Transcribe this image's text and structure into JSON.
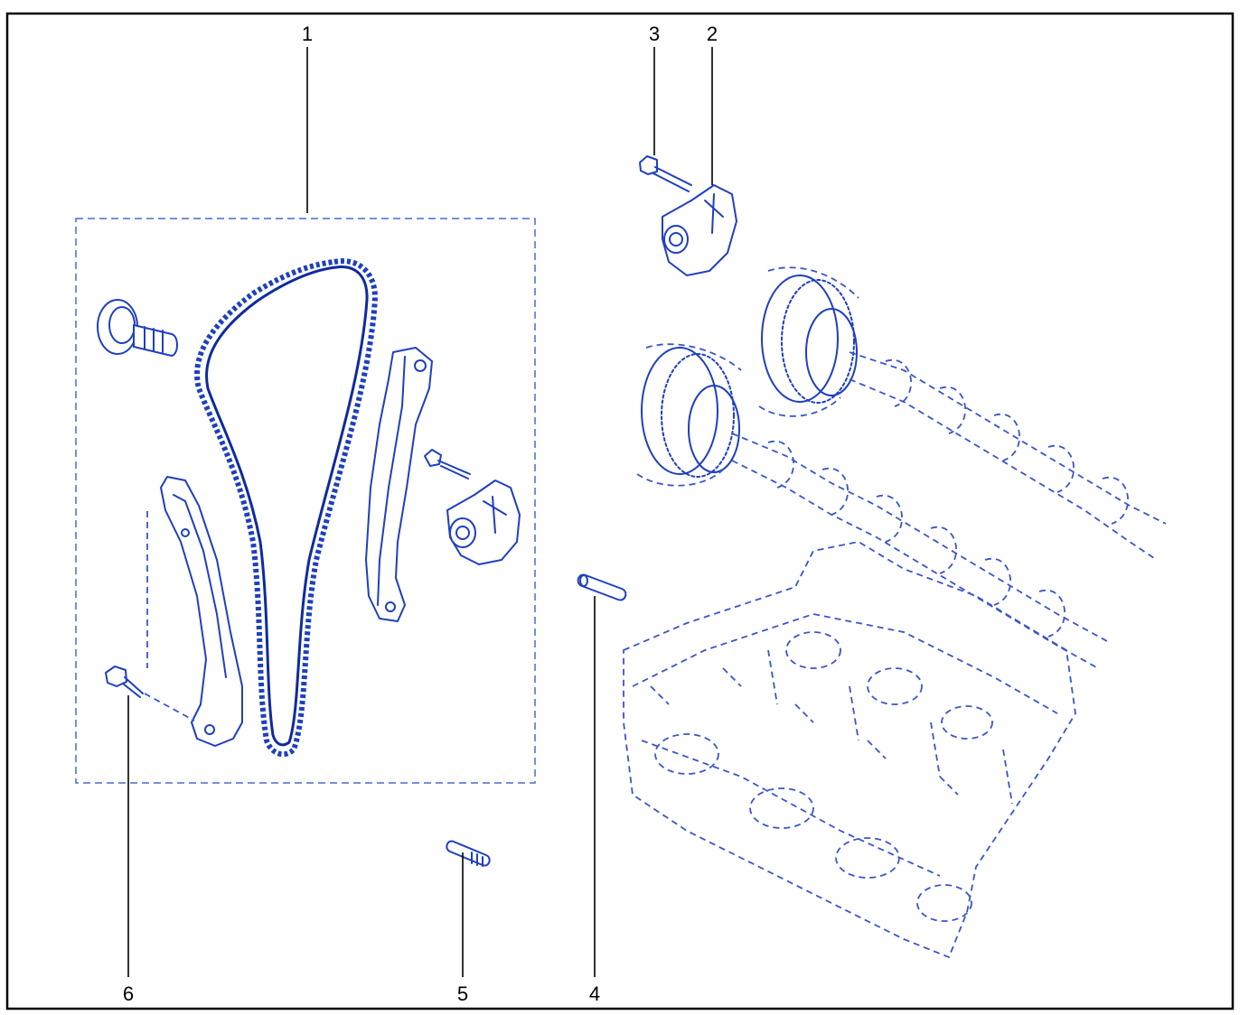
{
  "diagram": {
    "callouts": [
      {
        "id": "1",
        "label": "1"
      },
      {
        "id": "2",
        "label": "2"
      },
      {
        "id": "3",
        "label": "3"
      },
      {
        "id": "4",
        "label": "4"
      },
      {
        "id": "5",
        "label": "5"
      },
      {
        "id": "6",
        "label": "6"
      }
    ],
    "colors": {
      "line_art": "#1f3fbf",
      "leader": "#000000",
      "frame": "#000000",
      "background": "#ffffff"
    }
  }
}
